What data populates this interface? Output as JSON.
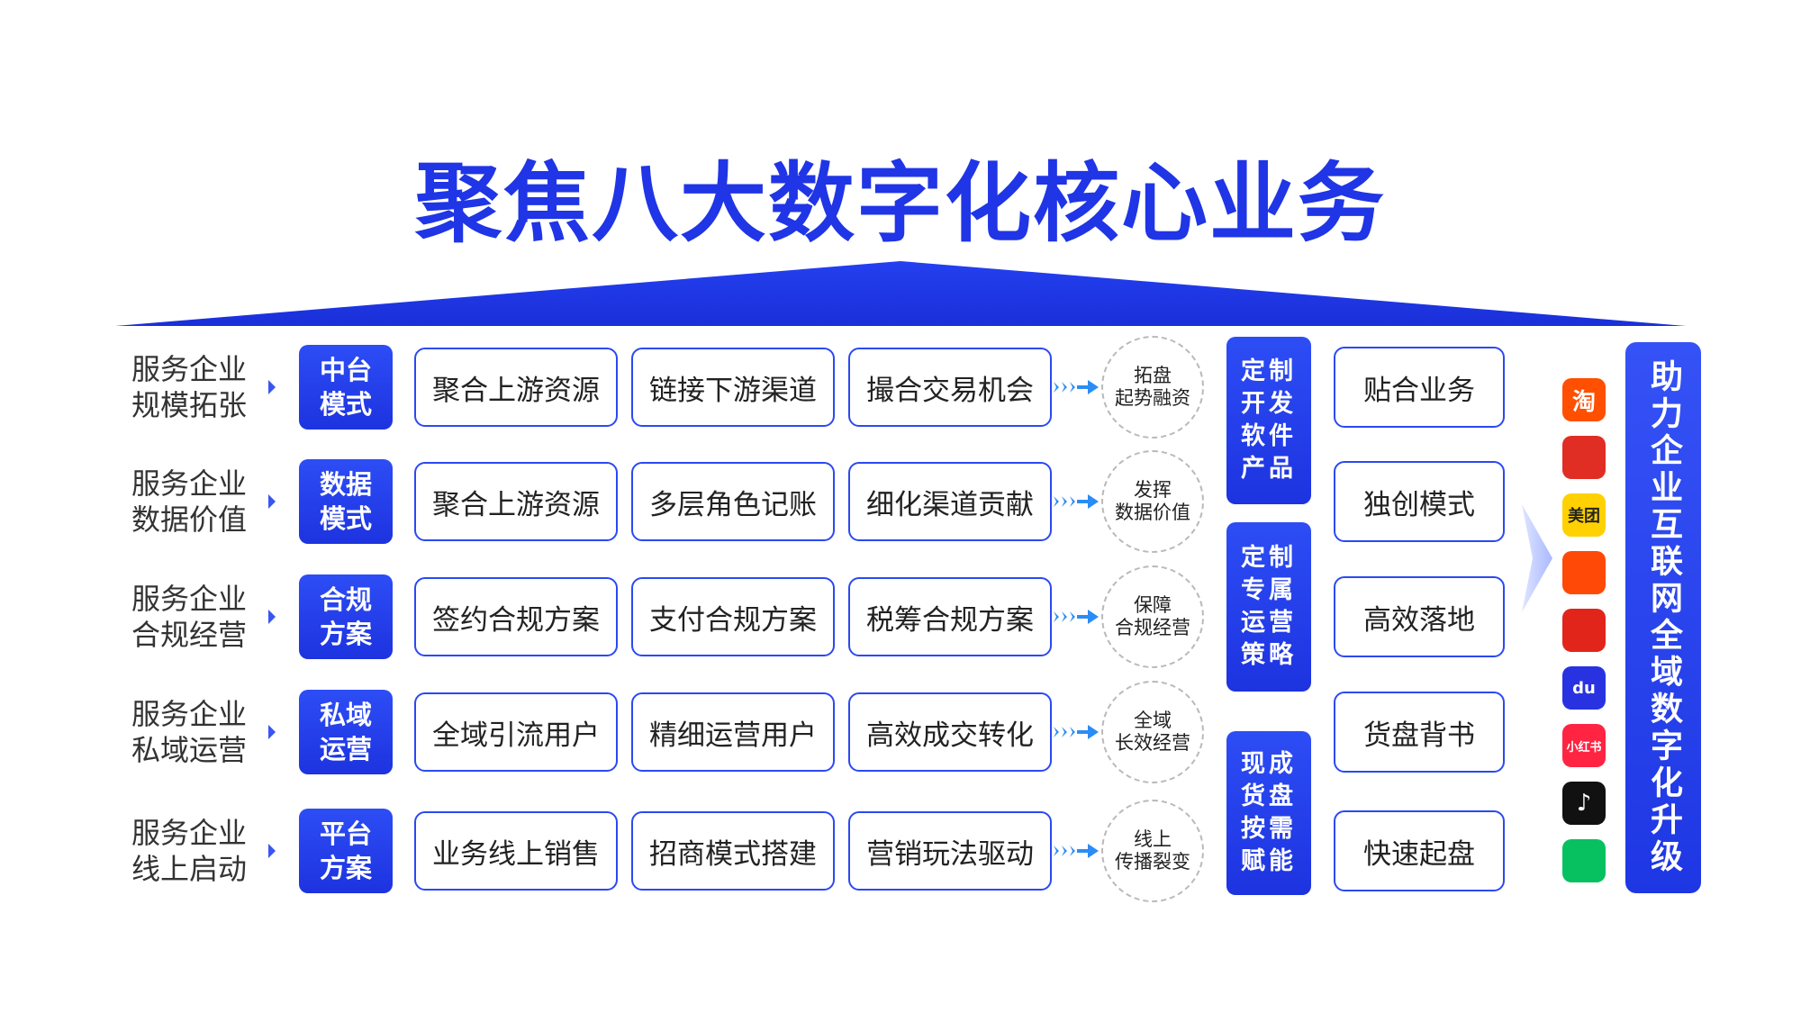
{
  "title": "聚焦八大数字化核心业务",
  "rows": [
    {
      "label_l1": "服务企业",
      "label_l2": "规模拓张",
      "mode_l1": "中台",
      "mode_l2": "模式",
      "items": [
        "聚合上游资源",
        "链接下游渠道",
        "撮合交易机会"
      ],
      "outcome_l1": "拓盘",
      "outcome_l2": "起势融资",
      "result": "贴合业务"
    },
    {
      "label_l1": "服务企业",
      "label_l2": "数据价值",
      "mode_l1": "数据",
      "mode_l2": "模式",
      "items": [
        "聚合上游资源",
        "多层角色记账",
        "细化渠道贡献"
      ],
      "outcome_l1": "发挥",
      "outcome_l2": "数据价值",
      "result": "独创模式"
    },
    {
      "label_l1": "服务企业",
      "label_l2": "合规经营",
      "mode_l1": "合规",
      "mode_l2": "方案",
      "items": [
        "签约合规方案",
        "支付合规方案",
        "税筹合规方案"
      ],
      "outcome_l1": "保障",
      "outcome_l2": "合规经营",
      "result": "高效落地"
    },
    {
      "label_l1": "服务企业",
      "label_l2": "私域运营",
      "mode_l1": "私域",
      "mode_l2": "运营",
      "items": [
        "全域引流用户",
        "精细运营用户",
        "高效成交转化"
      ],
      "outcome_l1": "全域",
      "outcome_l2": "长效经营",
      "result": "货盘背书"
    },
    {
      "label_l1": "服务企业",
      "label_l2": "线上启动",
      "mode_l1": "平台",
      "mode_l2": "方案",
      "items": [
        "业务线上销售",
        "招商模式搭建",
        "营销玩法驱动"
      ],
      "outcome_l1": "线上",
      "outcome_l2": "传播裂变",
      "result": "快速起盘"
    }
  ],
  "strategies": [
    [
      "定制",
      "开发",
      "软件",
      "产品"
    ],
    [
      "定制",
      "专属",
      "运营",
      "策略"
    ],
    [
      "现成",
      "货盘",
      "按需",
      "赋能"
    ]
  ],
  "apps": [
    {
      "name": "taobao-icon",
      "glyph": "淘",
      "color": "#ff4f00"
    },
    {
      "name": "pinduoduo-icon",
      "glyph": "",
      "color": "#e02e24"
    },
    {
      "name": "meituan-icon",
      "glyph": "美团",
      "color": "#ffd100"
    },
    {
      "name": "kuaishou-icon",
      "glyph": "",
      "color": "#ff4906"
    },
    {
      "name": "jd-icon",
      "glyph": "",
      "color": "#e1251b"
    },
    {
      "name": "baidu-icon",
      "glyph": "du",
      "color": "#2932e1"
    },
    {
      "name": "xiaohongshu-icon",
      "glyph": "小红书",
      "color": "#ff2442"
    },
    {
      "name": "douyin-icon",
      "glyph": "♪",
      "color": "#111111"
    },
    {
      "name": "wechat-icon",
      "glyph": "",
      "color": "#07c160"
    }
  ],
  "banner": "助力企业互联网全域数字化升级"
}
